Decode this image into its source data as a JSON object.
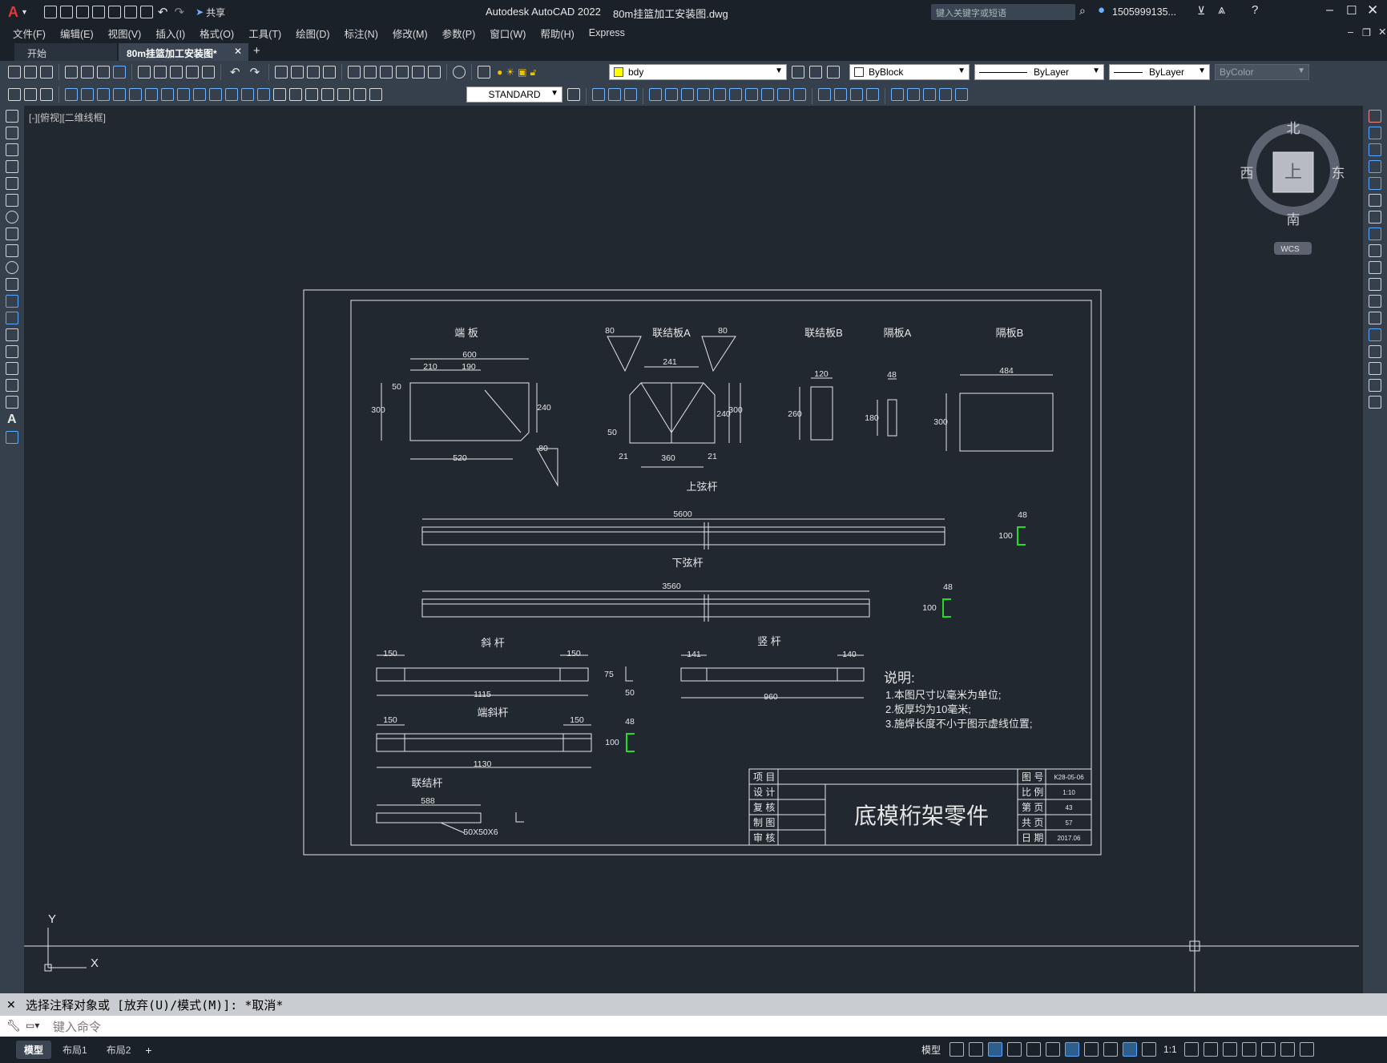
{
  "titlebar": {
    "app_title": "Autodesk AutoCAD 2022",
    "file_name": "80m挂篮加工安装图.dwg",
    "share_label": "共享",
    "search_placeholder": "键入关键字或短语",
    "user_name": "1505999135..."
  },
  "menu": [
    "文件(F)",
    "编辑(E)",
    "视图(V)",
    "插入(I)",
    "格式(O)",
    "工具(T)",
    "绘图(D)",
    "标注(N)",
    "修改(M)",
    "参数(P)",
    "窗口(W)",
    "帮助(H)",
    "Express"
  ],
  "tabs": {
    "start": "开始",
    "doc": "80m挂篮加工安装图*"
  },
  "toolbar": {
    "layer": "bdy",
    "color": "ByBlock",
    "linetype": "ByLayer",
    "lineweight": "ByLayer",
    "plotstyle": "ByColor",
    "textstyle": "STANDARD"
  },
  "viewport": {
    "label": "[-][俯视][二维线框]"
  },
  "viewcube": {
    "north": "北",
    "south": "南",
    "east": "东",
    "west": "西",
    "face": "上",
    "wcs": "WCS"
  },
  "ucs": {
    "x": "X",
    "y": "Y"
  },
  "drawing": {
    "parts": {
      "end_plate": "端 板",
      "link_a": "联结板A",
      "link_b": "联结板B",
      "partition_a": "隔板A",
      "partition_b": "隔板B",
      "top_chord": "上弦杆",
      "bottom_chord": "下弦杆",
      "diagonal": "斜 杆",
      "vertical": "竖 杆",
      "end_diagonal": "端斜杆",
      "connector": "联结杆"
    },
    "dims": {
      "d600": "600",
      "d210": "210",
      "d190": "190",
      "d50": "50",
      "d300": "300",
      "d240": "240",
      "d520": "520",
      "d80": "80",
      "d241": "241",
      "d360": "360",
      "d21": "21",
      "d120": "120",
      "d260": "260",
      "d48": "48",
      "d180": "180",
      "d484": "484",
      "d5600": "5600",
      "d3560": "3560",
      "d150": "150",
      "d1115": "1115",
      "d141": "141",
      "d140": "140",
      "d960": "960",
      "d1130": "1130",
      "d588": "588",
      "d100": "100",
      "d75": "75",
      "angle": "50X50X6"
    },
    "notes": {
      "title": "说明:",
      "n1": "1.本图尺寸以毫米为单位;",
      "n2": "2.板厚均为10毫米;",
      "n3": "3.施焊长度不小于图示虚线位置;"
    },
    "titleblock": {
      "r1": "项 目",
      "r2": "设 计",
      "r3": "复 核",
      "r4": "制 图",
      "r5": "审 核",
      "main": "底模桁架零件",
      "k1": "图 号",
      "k2": "比 例",
      "k3": "第 页",
      "k4": "共 页",
      "k5": "日 期",
      "v1": "K28-05-06",
      "v2": "1:10",
      "v3": "43",
      "v4": "57",
      "v5": "2017.06"
    }
  },
  "command": {
    "history": "选择注释对象或 [放弃(U)/模式(M)]: *取消*",
    "placeholder": "键入命令"
  },
  "layouts": [
    "模型",
    "布局1",
    "布局2"
  ],
  "status": {
    "model": "模型",
    "scale": "1:1"
  }
}
